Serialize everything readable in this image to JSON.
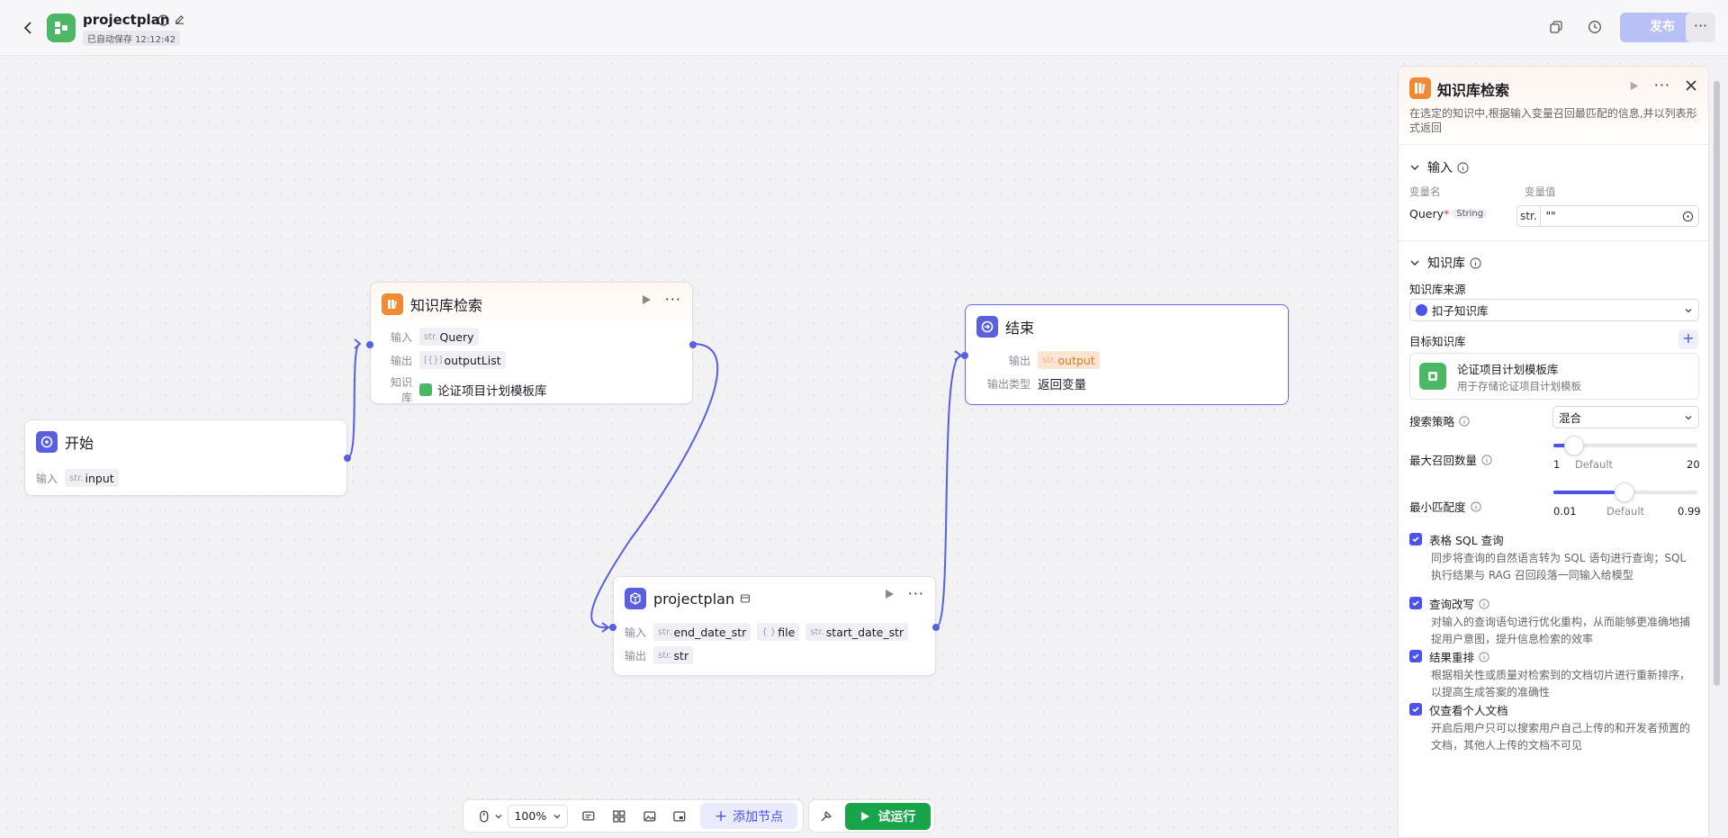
{
  "header": {
    "app_name": "projectplan",
    "autosave": "已自动保存 12:12:42",
    "publish_label": "发布",
    "more_label": "···"
  },
  "nodes": {
    "start": {
      "title": "开始",
      "input_label": "输入",
      "input_type": "str.",
      "input_name": "input"
    },
    "kb_search": {
      "title": "知识库检索",
      "input_label": "输入",
      "input_type": "str.",
      "input_name": "Query",
      "output_label": "输出",
      "output_type": "[{}]",
      "output_name": "outputList",
      "kb_label": "知识库",
      "kb_name": "论证项目计划模板库"
    },
    "end": {
      "title": "结束",
      "output_label": "输出",
      "output_type": "str.",
      "output_name": "output",
      "output_type_label": "输出类型",
      "output_type_value": "返回变量"
    },
    "projectplan": {
      "title": "projectplan",
      "input_label": "输入",
      "inputs": [
        {
          "type": "str.",
          "name": "end_date_str"
        },
        {
          "type": "{ }",
          "name": "file"
        },
        {
          "type": "str.",
          "name": "start_date_str"
        }
      ],
      "output_label": "输出",
      "output_type": "str.",
      "output_name": "str"
    }
  },
  "toolbar": {
    "zoom": "100%",
    "add_node": "添加节点",
    "run": "试运行"
  },
  "panel": {
    "title": "知识库检索",
    "description": "在选定的知识中,根据输入变量召回最匹配的信息,并以列表形式返回",
    "input_section": "输入",
    "col_var_name": "变量名",
    "col_var_value": "变量值",
    "query_label": "Query",
    "query_required": "*",
    "query_type": "String",
    "query_value_type": "str.",
    "query_value": "\"\"",
    "kb_section": "知识库",
    "kb_source_label": "知识库来源",
    "kb_source_value": "扣子知识库",
    "target_kb_label": "目标知识库",
    "plus": "+",
    "kb_card_name": "论证项目计划模板库",
    "kb_card_desc": "用于存储论证项目计划模板",
    "strategy_label": "搜索策略",
    "strategy_value": "混合",
    "max_recall_label": "最大召回数量",
    "max_recall": {
      "min": "1",
      "default": "Default",
      "max": "20",
      "value": 1
    },
    "min_match_label": "最小匹配度",
    "min_match": {
      "min": "0.01",
      "default": "Default",
      "max": "0.99",
      "value": 0.5
    },
    "options": [
      {
        "label": "表格 SQL 查询",
        "desc": "同步将查询的自然语言转为 SQL 语句进行查询；SQL 执行结果与 RAG 召回段落一同输入给模型"
      },
      {
        "label": "查询改写",
        "desc": "对输入的查询语句进行优化重构，从而能够更准确地捕捉用户意图，提升信息检索的效率"
      },
      {
        "label": "结果重排",
        "desc": "根据相关性或质量对检索到的文档切片进行重新排序，以提高生成答案的准确性"
      },
      {
        "label": "仅查看个人文档",
        "desc": "开启后用户只可以搜索用户自己上传的和开发者预置的文档，其他人上传的文档不可见"
      }
    ]
  },
  "colors": {
    "accent": "#4d53e8",
    "run_green": "#18a44a",
    "kb_orange": "#f08a35",
    "node_purple": "#5a5fde"
  }
}
